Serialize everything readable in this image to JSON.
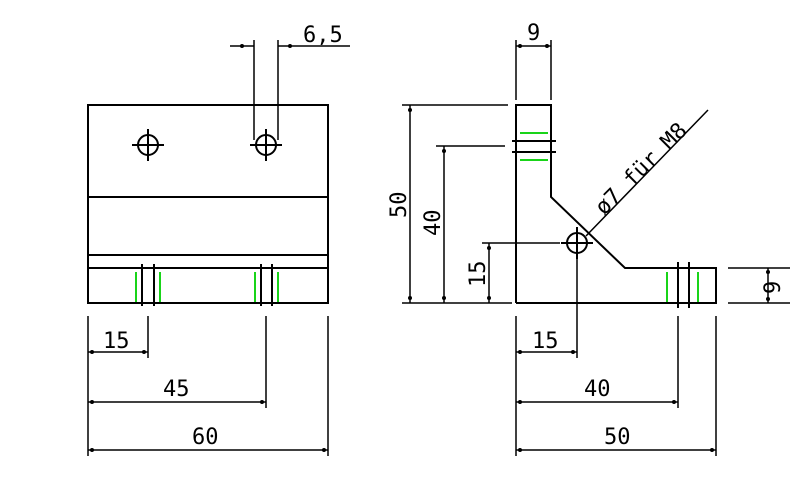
{
  "dimensions": {
    "front_width": "60",
    "front_hole2": "45",
    "front_hole1": "15",
    "front_gap": "6,5",
    "side_top": "9",
    "side_height": "50",
    "side_upper": "40",
    "side_lower": "15",
    "side_base": "50",
    "side_base_hole": "40",
    "side_hole_x": "15",
    "side_thickness": "9",
    "side_bore": "ø7 für M8"
  },
  "colors": {
    "line": "#000000",
    "thread": "#19d419",
    "background": "#ffffff"
  }
}
